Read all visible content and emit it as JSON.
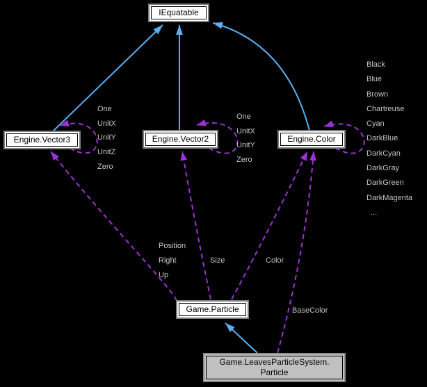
{
  "diagram_type": "collaboration-graph",
  "nodes": {
    "iequatable": {
      "label": "IEquatable"
    },
    "vector3": {
      "label": "Engine.Vector3"
    },
    "vector2": {
      "label": "Engine.Vector2"
    },
    "color": {
      "label": "Engine.Color"
    },
    "particle": {
      "label": "Game.Particle"
    },
    "leaves_particle": {
      "label_line1": "Game.LeavesParticleSystem.",
      "label_line2": "Particle"
    }
  },
  "edges": [
    {
      "from": "Engine.Vector3",
      "to": "IEquatable",
      "type": "inheritance"
    },
    {
      "from": "Engine.Vector2",
      "to": "IEquatable",
      "type": "inheritance"
    },
    {
      "from": "Engine.Color",
      "to": "IEquatable",
      "type": "inheritance"
    },
    {
      "from": "Game.LeavesParticleSystem.Particle",
      "to": "Game.Particle",
      "type": "inheritance"
    },
    {
      "from": "Engine.Vector3",
      "to": "Engine.Vector3",
      "type": "usage",
      "label": "One UnitX UnitY UnitZ Zero"
    },
    {
      "from": "Engine.Vector2",
      "to": "Engine.Vector2",
      "type": "usage",
      "label": "One UnitX UnitY Zero"
    },
    {
      "from": "Engine.Color",
      "to": "Engine.Color",
      "type": "usage",
      "label": "Black Blue Brown Chartreuse Cyan DarkBlue DarkCyan DarkGray DarkGreen DarkMagenta ..."
    },
    {
      "from": "Game.Particle",
      "to": "Engine.Vector3",
      "type": "usage",
      "label": "Position Right Up"
    },
    {
      "from": "Game.Particle",
      "to": "Engine.Vector2",
      "type": "usage",
      "label": "Size"
    },
    {
      "from": "Game.Particle",
      "to": "Engine.Color",
      "type": "usage",
      "label": "Color"
    },
    {
      "from": "Game.LeavesParticleSystem.Particle",
      "to": "Engine.Color",
      "type": "usage",
      "label": "BaseColor"
    }
  ],
  "edge_labels": {
    "vector3_members": [
      "One",
      "UnitX",
      "UnitY",
      "UnitZ",
      "Zero"
    ],
    "vector2_members": [
      "One",
      "UnitX",
      "UnitY",
      "Zero"
    ],
    "color_members": [
      "Black",
      "Blue",
      "Brown",
      "Chartreuse",
      "Cyan",
      "DarkBlue",
      "DarkCyan",
      "DarkGray",
      "DarkGreen",
      "DarkMagenta",
      "..."
    ],
    "particle_to_vector3": [
      "Position",
      "Right",
      "Up"
    ],
    "particle_to_vector2": "Size",
    "particle_to_color": "Color",
    "leaves_to_color": "BaseColor"
  },
  "colors": {
    "background": "#000000",
    "inheritance_edge": "#5bb0f2",
    "usage_edge": "#9c33d4",
    "label_text": "#c4c4c4",
    "node_fill": "#ffffff",
    "node_border": "#7d7d7d",
    "node_inner_border": "#000000",
    "node_text": "#000000",
    "focus_fill": "#c0c0c0",
    "focus_border": "#8c8c8c"
  }
}
